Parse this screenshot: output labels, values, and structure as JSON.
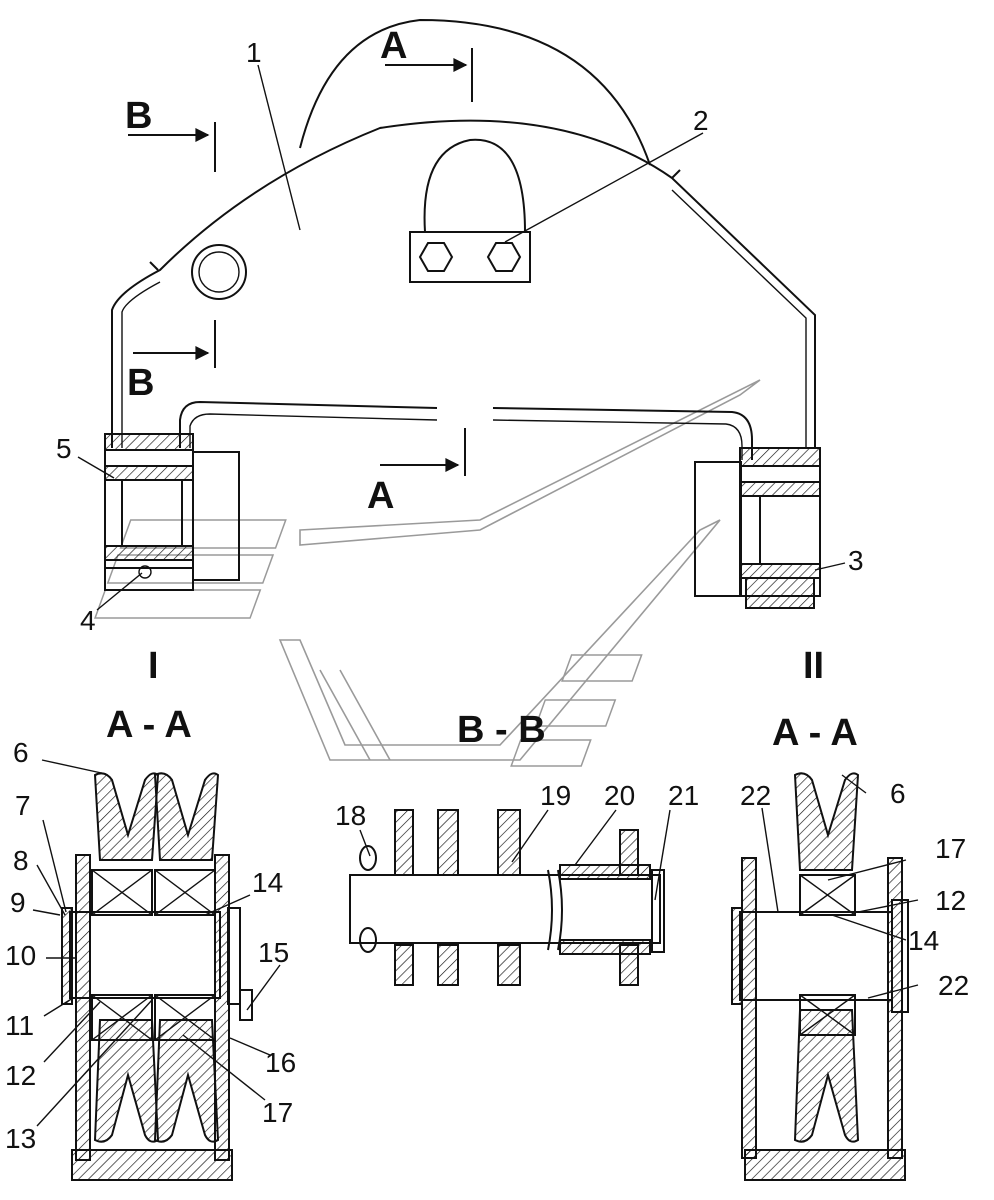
{
  "labels": {
    "callouts": [
      "1",
      "2",
      "3",
      "4",
      "5",
      "6",
      "7",
      "8",
      "9",
      "10",
      "11",
      "12",
      "13",
      "14",
      "15",
      "16",
      "17",
      "18",
      "19",
      "20",
      "21",
      "22"
    ],
    "section_marks": {
      "a_top": "A",
      "a_bottom": "A",
      "b_top": "B",
      "b_bottom": "B"
    },
    "view_I": "I",
    "view_II": "II",
    "section_aa_left": "A - A",
    "section_bb": "B - B",
    "section_aa_right": "A - A"
  }
}
